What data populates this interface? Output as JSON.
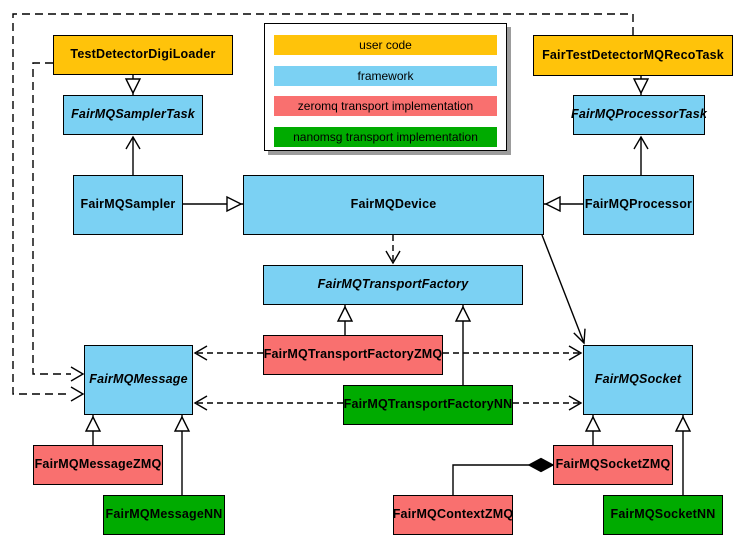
{
  "colors": {
    "user_code": "#FFC30A",
    "framework": "#7BD1F3",
    "zeromq": "#F9706F",
    "nanomsg": "#00AB00",
    "line": "#000000",
    "background": "#FFFFFF"
  },
  "legend": {
    "items": [
      {
        "label": "user code",
        "category": "user_code"
      },
      {
        "label": "framework",
        "category": "framework"
      },
      {
        "label": "zeromq transport implementation",
        "category": "zeromq"
      },
      {
        "label": "nanomsg transport implementation",
        "category": "nanomsg"
      }
    ]
  },
  "nodes": [
    {
      "id": "TestDetectorDigiLoader",
      "label": "TestDetectorDigiLoader",
      "category": "user_code",
      "abstract": false
    },
    {
      "id": "FairTestDetectorMQRecoTask",
      "label": "FairTestDetectorMQRecoTask",
      "category": "user_code",
      "abstract": false
    },
    {
      "id": "FairMQSamplerTask",
      "label": "FairMQSamplerTask",
      "category": "framework",
      "abstract": true
    },
    {
      "id": "FairMQProcessorTask",
      "label": "FairMQProcessorTask",
      "category": "framework",
      "abstract": true
    },
    {
      "id": "FairMQSampler",
      "label": "FairMQSampler",
      "category": "framework",
      "abstract": false
    },
    {
      "id": "FairMQDevice",
      "label": "FairMQDevice",
      "category": "framework",
      "abstract": false
    },
    {
      "id": "FairMQProcessor",
      "label": "FairMQProcessor",
      "category": "framework",
      "abstract": false
    },
    {
      "id": "FairMQTransportFactory",
      "label": "FairMQTransportFactory",
      "category": "framework",
      "abstract": true
    },
    {
      "id": "FairMQTransportFactoryZMQ",
      "label": "FairMQTransportFactoryZMQ",
      "category": "zeromq",
      "abstract": false
    },
    {
      "id": "FairMQTransportFactoryNN",
      "label": "FairMQTransportFactoryNN",
      "category": "nanomsg",
      "abstract": false
    },
    {
      "id": "FairMQMessage",
      "label": "FairMQMessage",
      "category": "framework",
      "abstract": true
    },
    {
      "id": "FairMQSocket",
      "label": "FairMQSocket",
      "category": "framework",
      "abstract": true
    },
    {
      "id": "FairMQMessageZMQ",
      "label": "FairMQMessageZMQ",
      "category": "zeromq",
      "abstract": false
    },
    {
      "id": "FairMQMessageNN",
      "label": "FairMQMessageNN",
      "category": "nanomsg",
      "abstract": false
    },
    {
      "id": "FairMQSocketZMQ",
      "label": "FairMQSocketZMQ",
      "category": "zeromq",
      "abstract": false
    },
    {
      "id": "FairMQContextZMQ",
      "label": "FairMQContextZMQ",
      "category": "zeromq",
      "abstract": false
    },
    {
      "id": "FairMQSocketNN",
      "label": "FairMQSocketNN",
      "category": "nanomsg",
      "abstract": false
    }
  ],
  "relations": [
    {
      "from": "TestDetectorDigiLoader",
      "to": "FairMQSamplerTask",
      "type": "inheritance"
    },
    {
      "from": "FairTestDetectorMQRecoTask",
      "to": "FairMQProcessorTask",
      "type": "inheritance"
    },
    {
      "from": "FairMQSampler",
      "to": "FairMQDevice",
      "type": "inheritance"
    },
    {
      "from": "FairMQProcessor",
      "to": "FairMQDevice",
      "type": "inheritance"
    },
    {
      "from": "FairMQSampler",
      "to": "FairMQSamplerTask",
      "type": "association"
    },
    {
      "from": "FairMQProcessor",
      "to": "FairMQProcessorTask",
      "type": "association"
    },
    {
      "from": "FairMQDevice",
      "to": "FairMQTransportFactory",
      "type": "dependency"
    },
    {
      "from": "FairMQDevice",
      "to": "FairMQSocket",
      "type": "association"
    },
    {
      "from": "FairMQTransportFactoryZMQ",
      "to": "FairMQTransportFactory",
      "type": "inheritance"
    },
    {
      "from": "FairMQTransportFactoryNN",
      "to": "FairMQTransportFactory",
      "type": "inheritance"
    },
    {
      "from": "FairMQTransportFactoryZMQ",
      "to": "FairMQMessage",
      "type": "dependency"
    },
    {
      "from": "FairMQTransportFactoryZMQ",
      "to": "FairMQSocket",
      "type": "dependency"
    },
    {
      "from": "FairMQTransportFactoryNN",
      "to": "FairMQMessage",
      "type": "dependency"
    },
    {
      "from": "FairMQTransportFactoryNN",
      "to": "FairMQSocket",
      "type": "dependency"
    },
    {
      "from": "TestDetectorDigiLoader",
      "to": "FairMQMessage",
      "type": "dependency"
    },
    {
      "from": "FairTestDetectorMQRecoTask",
      "to": "FairMQMessage",
      "type": "dependency"
    },
    {
      "from": "FairMQMessageZMQ",
      "to": "FairMQMessage",
      "type": "inheritance"
    },
    {
      "from": "FairMQMessageNN",
      "to": "FairMQMessage",
      "type": "inheritance"
    },
    {
      "from": "FairMQSocketZMQ",
      "to": "FairMQSocket",
      "type": "inheritance"
    },
    {
      "from": "FairMQSocketNN",
      "to": "FairMQSocket",
      "type": "inheritance"
    },
    {
      "from": "FairMQContextZMQ",
      "to": "FairMQSocketZMQ",
      "type": "composition"
    }
  ]
}
